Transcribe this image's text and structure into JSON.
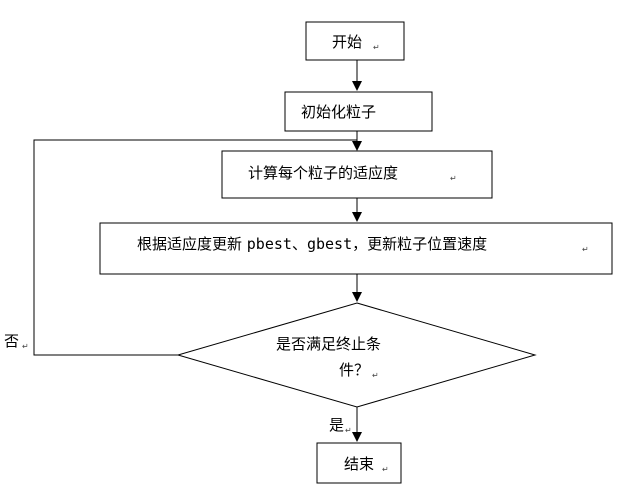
{
  "nodes": {
    "start": "开始",
    "init": "初始化粒子",
    "compute": "计算每个粒子的适应度",
    "update_prefix": "根据适应度更新 ",
    "update_pbest": "pbest",
    "update_sep": "、",
    "update_gbest": "gbest",
    "update_suffix": "，更新粒子位置速度",
    "decision_line1": "是否满足终止条",
    "decision_line2": "件？",
    "end": "结束"
  },
  "edges": {
    "yes": "是",
    "no": "否"
  },
  "marks": {
    "return_mark": "↵"
  }
}
